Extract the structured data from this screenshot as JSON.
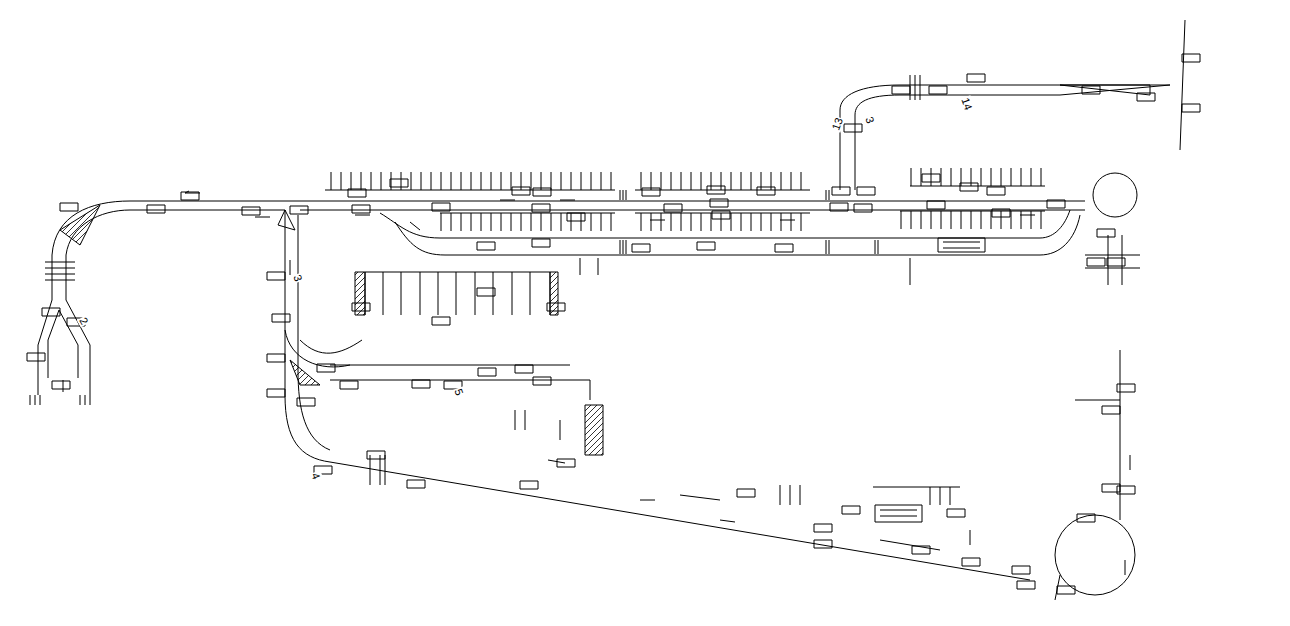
{
  "diagram": {
    "labels": [
      "14",
      "13",
      "3",
      "3",
      "4",
      "5",
      "2"
    ]
  }
}
